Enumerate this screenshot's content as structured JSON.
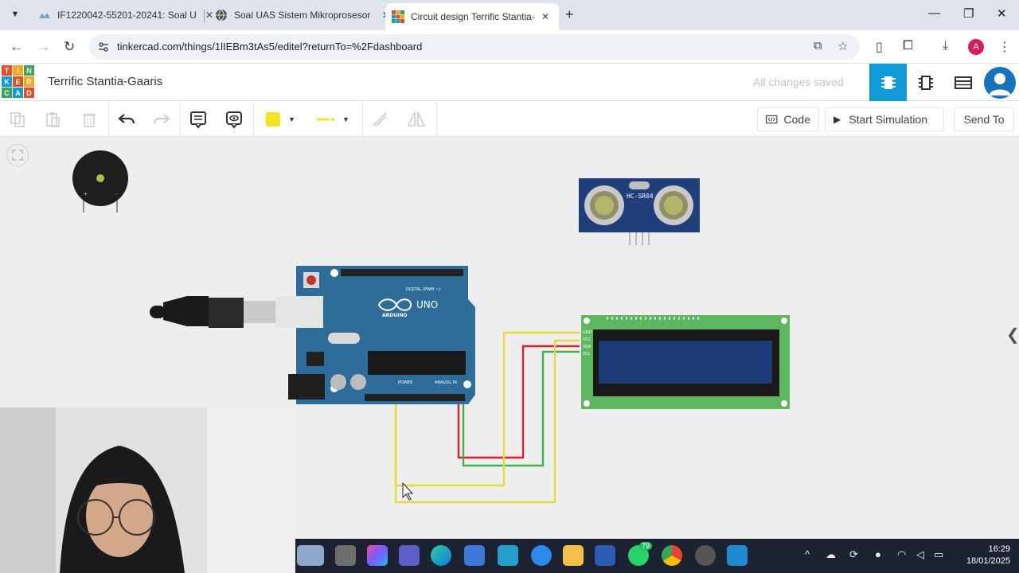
{
  "browser": {
    "tabs": [
      {
        "title": "IF1220042-55201-20241: Soal U",
        "active": false
      },
      {
        "title": "Soal UAS Sistem Mikroprosesor",
        "active": false
      },
      {
        "title": "Circuit design Terrific Stantia-G",
        "active": true
      }
    ],
    "new_tab": "+",
    "url": "tinkercad.com/things/1lIEBm3tAs5/editel?returnTo=%2Fdashboard",
    "profile_initial": "A"
  },
  "app": {
    "logo_letters": [
      "T",
      "I",
      "N",
      "K",
      "E",
      "R",
      "C",
      "A",
      "D"
    ],
    "design_title": "Terrific Stantia-Gaaris",
    "save_status": "All changes saved",
    "code_label": "Code",
    "simulate_label": "Start Simulation",
    "send_label": "Send To"
  },
  "colors": {
    "tinkercad_blue": "#0f9bd7",
    "arduino_blue": "#2e6d99",
    "lcd_green": "#5bb85f",
    "lcd_screen": "#1e3a78",
    "wire_red": "#d4202a",
    "wire_green": "#3bb54a",
    "wire_yellow": "#e8d93a",
    "fill_swatch": "#f7e21b"
  },
  "components": {
    "arduino_brand": "ARDUINO",
    "arduino_model": "UNO",
    "arduino_digital": "DIGITAL (PWM ~)",
    "arduino_power": "POWER",
    "arduino_analog": "ANALOG IN",
    "sensor_label": "HC-SR04",
    "lcd_pins": [
      "GND",
      "VCC",
      "SDA",
      "SCL"
    ]
  },
  "taskbar": {
    "time": "16:29",
    "date": "18/01/2025",
    "whatsapp_badge": "79"
  }
}
